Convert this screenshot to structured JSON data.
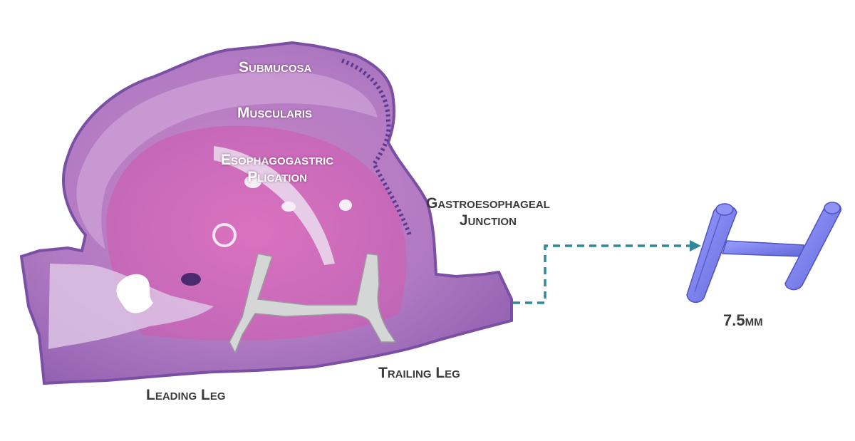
{
  "labels": {
    "submucosa": "Submucosa",
    "muscularis": "Muscularis",
    "plication_line1": "Esophagogastric",
    "plication_line2": "Plication",
    "junction_line1": "Gastroesophageal",
    "junction_line2": "Junction",
    "leading_leg": "Leading Leg",
    "trailing_leg": "Trailing Leg",
    "device_size": "7.5mm"
  },
  "colors": {
    "background": "#ffffff",
    "tissue_outer": "#8f5fb0",
    "tissue_mid": "#b579c4",
    "tissue_pink": "#cc6bb8",
    "tissue_light": "#d9bde0",
    "implant_fill": "#d4d7d6",
    "connector": "#2e8a9a",
    "device": "#7d80ee",
    "device_shade": "#5a5fcf",
    "label_light": "#ffffff",
    "label_dark": "#3b3b3b"
  },
  "icons": {
    "device": "h-fastener-icon",
    "arrow": "arrowhead-icon"
  }
}
